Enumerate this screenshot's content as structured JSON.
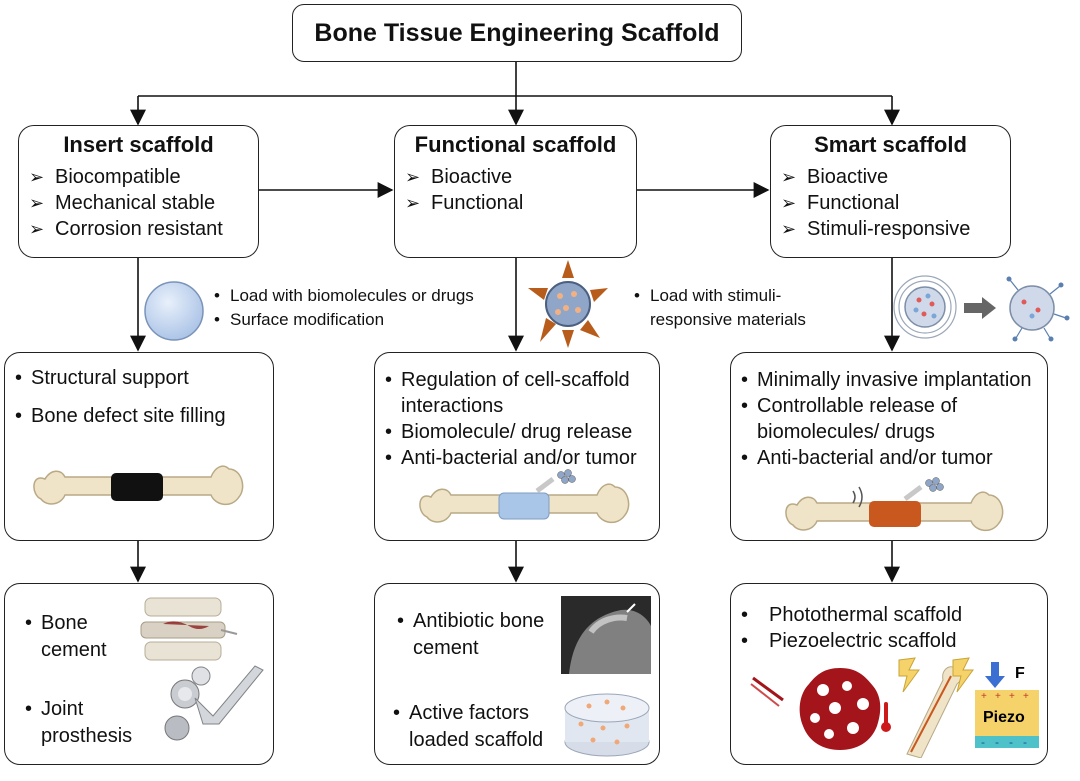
{
  "title": "Bone Tissue Engineering Scaffold",
  "columns": [
    {
      "heading": "Insert scaffold",
      "properties": [
        "Biocompatible",
        "Mechanical stable",
        "Corrosion resistant"
      ],
      "transition": [
        "Load with biomolecules or drugs",
        "Surface modification"
      ],
      "features": [
        "Structural support",
        "Bone defect site filling"
      ],
      "examples": [
        "Bone cement",
        "Joint prosthesis"
      ]
    },
    {
      "heading": "Functional scaffold",
      "properties": [
        "Bioactive",
        "Functional"
      ],
      "transition": [
        "Load with stimuli-responsive materials"
      ],
      "features": [
        "Regulation of cell-scaffold interactions",
        "Biomolecule/ drug release",
        "Anti-bacterial and/or tumor"
      ],
      "examples": [
        "Antibiotic bone cement",
        "Active factors loaded scaffold"
      ]
    },
    {
      "heading": "Smart scaffold",
      "properties": [
        "Bioactive",
        "Functional",
        "Stimuli-responsive"
      ],
      "features": [
        "Minimally invasive implantation",
        "Controllable release of biomolecules/ drugs",
        "Anti-bacterial and/or tumor"
      ],
      "examples": [
        "Photothermal scaffold",
        "Piezoelectric scaffold"
      ],
      "piezo_force_label": "F",
      "piezo_label": "Piezo"
    }
  ],
  "colors": {
    "insert_implant": "#111111",
    "functional_implant": "#a9c6e8",
    "smart_implant": "#c9581f",
    "bone": "#efe4c8",
    "photothermal": "#a3141b",
    "arrow_head": "#b85c1c",
    "piezo_top": "#f5d36a",
    "piezo_bottom": "#4fc1c8",
    "force_arrow": "#3b6fd1"
  },
  "icons": [
    "sphere-icon",
    "star-particle-icon",
    "stimuli-release-icon",
    "femur-bone-icon",
    "spine-icon",
    "xray-icon",
    "hip-prosthesis-icon",
    "scaffold-disc-icon",
    "laser-icon",
    "lightning-icon",
    "thermometer-icon",
    "force-arrow-icon"
  ]
}
